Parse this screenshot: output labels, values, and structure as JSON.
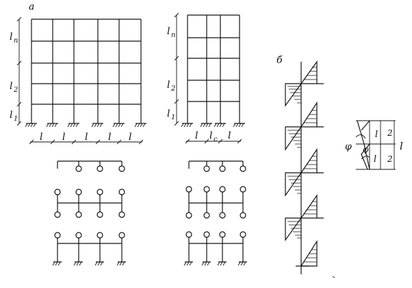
{
  "labels": {
    "panel_a": "а",
    "panel_b": "б",
    "ln": "l",
    "ln_sub": "n",
    "l2": "l",
    "l2_sub": "2",
    "l1": "l",
    "l1_sub": "1",
    "span": "l",
    "lc": "l",
    "lc_sub": "c",
    "phi_a": "φ",
    "phi_b": "φ",
    "det_l": "l",
    "det_half": "2",
    "det_total": "l"
  }
}
